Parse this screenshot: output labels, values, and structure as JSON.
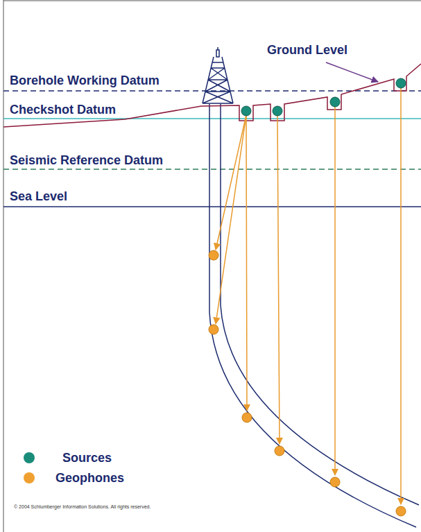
{
  "diagram": {
    "labels": [
      "Ground Level",
      "Borehole Working Datum",
      "Checkshot Datum",
      "Seismic Reference Datum",
      "Sea Level",
      "© 2004 Schlumberger Information Solutions. All rights reserved."
    ],
    "legend": [
      {
        "text": "Sources",
        "color": "#1a8c7a"
      },
      {
        "text": "Geophones",
        "color": "#f0a030"
      }
    ]
  }
}
